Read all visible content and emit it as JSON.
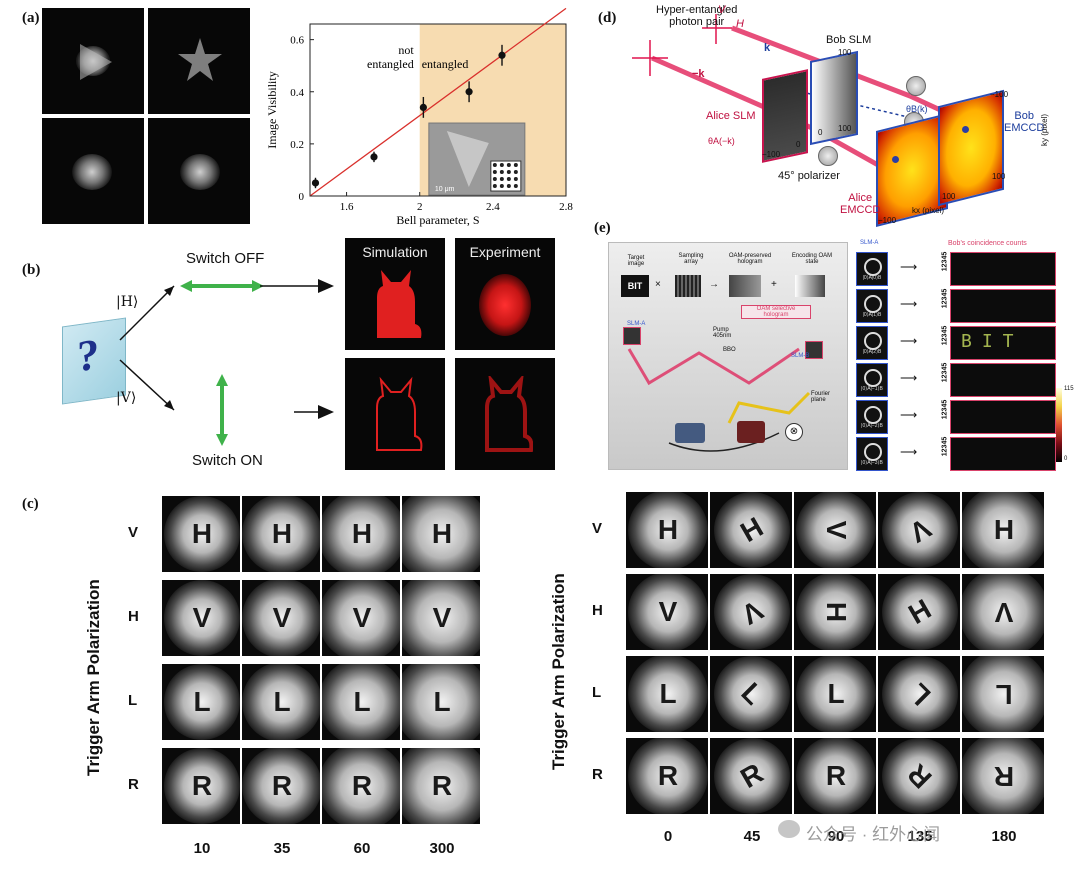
{
  "panels": {
    "a": {
      "tag": "(a)",
      "chart_data": {
        "type": "scatter",
        "x": [
          1.43,
          1.75,
          2.02,
          2.27,
          2.45
        ],
        "y": [
          0.05,
          0.15,
          0.34,
          0.4,
          0.54
        ],
        "yerr": [
          0.02,
          0.02,
          0.04,
          0.04,
          0.04
        ],
        "fit_line": {
          "x": [
            1.4,
            2.8
          ],
          "y": [
            0.0,
            0.72
          ]
        },
        "xlabel": "Bell parameter, S",
        "ylabel": "Image Visibility",
        "xlim": [
          1.4,
          2.8
        ],
        "ylim": [
          0,
          0.66
        ],
        "xticks": [
          "1.6",
          "2",
          "2.4",
          "2.8"
        ],
        "yticks": [
          "0",
          "0.2",
          "0.4",
          "0.6"
        ],
        "region_labels": {
          "left": "not\nentangled",
          "right": "entangled"
        },
        "shaded_region": [
          2.0,
          2.8
        ],
        "shade_color": "#f7dcb1",
        "line_color": "#d9302c",
        "inset_scale": "10 μm"
      }
    },
    "b": {
      "tag": "(b)",
      "ket_h": "|H⟩",
      "ket_v": "|V⟩",
      "switch_off": "Switch OFF",
      "switch_on": "Switch ON",
      "col_sim": "Simulation",
      "col_exp": "Experiment"
    },
    "c": {
      "tag": "(c)",
      "ytitle": "Trigger Arm Polarization",
      "left": {
        "rows": [
          "V",
          "H",
          "L",
          "R"
        ],
        "letters": [
          "H",
          "V",
          "L",
          "R"
        ],
        "cols": [
          "10",
          "35",
          "60",
          "300"
        ]
      },
      "right": {
        "rows": [
          "V",
          "H",
          "L",
          "R"
        ],
        "cols": [
          "0",
          "45",
          "90",
          "135",
          "180"
        ],
        "grid": [
          [
            "H",
            "H",
            "V",
            "V",
            "H"
          ],
          [
            "V",
            "V",
            "H",
            "H",
            "V"
          ],
          [
            "L",
            "L",
            "L",
            "L",
            "L"
          ],
          [
            "R",
            "R",
            "R",
            "R",
            "R"
          ]
        ],
        "rot": [
          [
            0,
            -30,
            90,
            150,
            0
          ],
          [
            0,
            150,
            90,
            -30,
            180
          ],
          [
            0,
            45,
            0,
            -135,
            180
          ],
          [
            0,
            -30,
            0,
            -135,
            180
          ]
        ]
      }
    },
    "d": {
      "tag": "(d)",
      "pair_label": "Hyper-entangled\nphoton pair",
      "v": "V",
      "h": "H",
      "k": "k",
      "minus_k": "−k",
      "bob_slm": "Bob SLM",
      "theta_b": "θB(k)",
      "alice_slm": "Alice SLM",
      "theta_a": "θA(−k)",
      "polarizer": "45° polarizer",
      "alice_emccd": "Alice\nEMCCD",
      "bob_emccd": "Bob\nEMCCD",
      "ky": "ky (pixel)",
      "kx": "kx (pixel)",
      "ticks": [
        "−100",
        "0",
        "100",
        "0",
        "100",
        "−100",
        "100",
        "−100",
        "100"
      ]
    },
    "e": {
      "tag": "(e)",
      "flow": [
        "Target image",
        "Sampling array",
        "OAM-preserved hologram",
        "Encoding OAM state"
      ],
      "target_text": "BIT",
      "ops": [
        "×",
        "→",
        "+"
      ],
      "oam_selective": "OAM selective\nhologram",
      "slm_a": "SLM-A",
      "slm_b": "SLM-B",
      "pump": "Pump\n405nm",
      "bbo": "BBO",
      "fourier": "Fourier\nplane",
      "coinc_title": "Bob's coincidence counts",
      "rows_label": "12345",
      "states": [
        "|0⟩A|0⟩B",
        "|0⟩A|1⟩B",
        "|0⟩A|2⟩B",
        "|0⟩A|−1⟩B",
        "|0⟩A|−2⟩B",
        "|0⟩A|−3⟩B"
      ],
      "colorbar_max": "115",
      "colorbar_min": "0"
    }
  },
  "watermark": "公众号 · 红外心闻",
  "colors": {
    "laser_red": "#e0144e",
    "wire_yellow": "#e6c21a",
    "panel_border": "#d9436b"
  }
}
